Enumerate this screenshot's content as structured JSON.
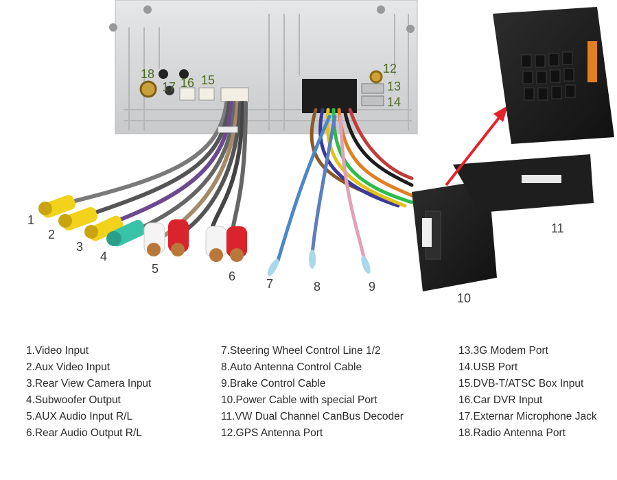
{
  "callouts": [
    {
      "num": "1"
    },
    {
      "num": "2"
    },
    {
      "num": "3"
    },
    {
      "num": "4"
    },
    {
      "num": "5"
    },
    {
      "num": "6"
    },
    {
      "num": "7"
    },
    {
      "num": "8"
    },
    {
      "num": "9"
    },
    {
      "num": "10"
    },
    {
      "num": "11"
    },
    {
      "num": "12"
    },
    {
      "num": "13"
    },
    {
      "num": "14"
    },
    {
      "num": "15"
    },
    {
      "num": "16"
    },
    {
      "num": "17"
    },
    {
      "num": "18"
    }
  ],
  "legend": {
    "col1": [
      "1.Video Input",
      "2.Aux Video Input",
      "3.Rear View Camera Input",
      "4.Subwoofer Output",
      "5.AUX Audio Input R/L",
      "6.Rear Audio Output R/L"
    ],
    "col2": [
      "7.Steering Wheel Control Line 1/2",
      "8.Auto Antenna Control Cable",
      "9.Brake Control Cable",
      "10.Power Cable with special Port",
      "11.VW Dual Channel CanBus Decoder",
      "12.GPS Antenna Port"
    ],
    "col3": [
      "13.3G Modem Port",
      "14.USB Port",
      "15.DVB-T/ATSC Box Input",
      "16.Car DVR Input",
      "17.Externar Microphone Jack",
      "18.Radio Antenna Port"
    ]
  },
  "colors": {
    "unit_body": "#d9dadb",
    "yellow_rca": "#f2d21a",
    "teal_rca": "#38c3a8",
    "red_rca": "#d8242a",
    "white_rca": "#f4f4f4",
    "arrow": "#e5222a",
    "connector": "#1f1f1f"
  }
}
